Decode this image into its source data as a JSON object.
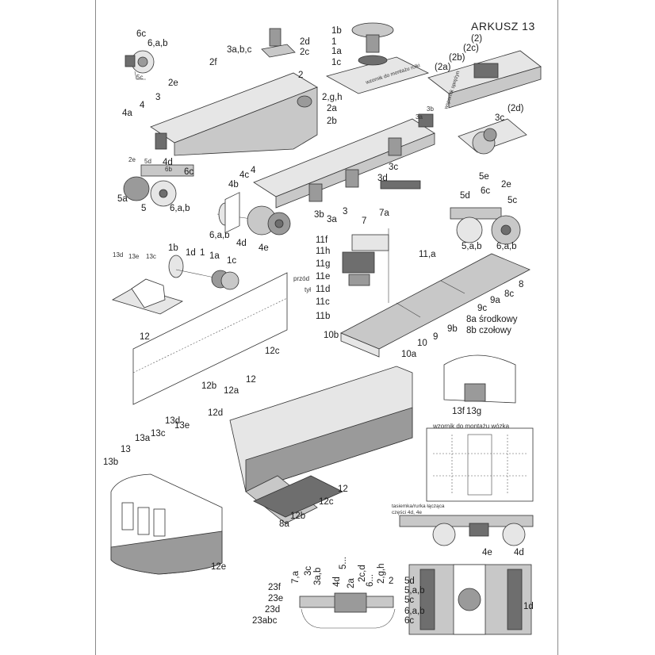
{
  "sheet": {
    "title": "ARKUSZ 13"
  },
  "labels": {
    "l6c": "6c",
    "l6ab": "6,a,b",
    "l5c_top": "5c",
    "l1b": "1b",
    "l1": "1",
    "l1a": "1a",
    "l1c": "1c",
    "l2d": "2d",
    "l2c": "2c",
    "l3abc": "3a,b,c",
    "l2f": "2f",
    "l2": "2",
    "l2e": "2e",
    "l3": "3",
    "l4": "4",
    "l4a": "4a",
    "l2gh": "2,g,h",
    "l2a": "2a",
    "l2b": "2b",
    "l4d": "4d",
    "l2e_b": "2e",
    "l5d": "5d",
    "l6b": "6b",
    "l6c_b": "6c",
    "l5a": "5a",
    "l5": "5",
    "l6ab_b": "6,a,b",
    "l4c": "4c",
    "l4_b": "4",
    "l4b": "4b",
    "l3b": "3b",
    "l3a": "3a",
    "l3_b": "3",
    "l7": "7",
    "l7a": "7a",
    "l3d": "3d",
    "l3c": "3c",
    "l3a_s": "3a",
    "l3b_s": "3b",
    "l6ab_c": "6,a,b",
    "l4d_b": "4d",
    "l4e": "4e",
    "l2a_p": "(2a)",
    "l2b_p": "(2b)",
    "l2_p": "(2)",
    "l2c_p": "(2c)",
    "l2d_p": "(2d)",
    "l3c_b": "3c",
    "l5e": "5e",
    "l5d_b": "5d",
    "l6c_c": "6c",
    "l2e_c": "2e",
    "l5c_b": "5c",
    "l5ab": "5,a,b",
    "l6ab_d": "6,a,b",
    "l11f": "11f",
    "l11h": "11h",
    "l11g": "11g",
    "l11e": "11e",
    "l11d": "11d",
    "l11c": "11c",
    "l11b": "11b",
    "l11a": "11,a",
    "przod": "przód",
    "tyl": "tył",
    "l1b_b": "1b",
    "l1d": "1d",
    "l1_b": "1",
    "l1a_b": "1a",
    "l1c_b": "1c",
    "l13d": "13d",
    "l13e": "13e",
    "l13c": "13c",
    "l8": "8",
    "l8c": "8c",
    "l9a": "9a",
    "l9c": "9c",
    "l8a": "8a środkowy",
    "l8b": "8b czołowy",
    "l9b": "9b",
    "l9": "9",
    "l10": "10",
    "l10a": "10a",
    "l10b": "10b",
    "l12": "12",
    "l12c": "12c",
    "l12b": "12b",
    "l12_b": "12",
    "l12a": "12a",
    "l12d": "12d",
    "l13f": "13f",
    "l13g": "13g",
    "wzornik_wozka": "wzornik do montażu wózka",
    "l13d_b": "13d",
    "l13e_b": "13e",
    "l13c_b": "13c",
    "l13a": "13a",
    "l13": "13",
    "l13b": "13b",
    "l12_c": "12",
    "l12c_b": "12c",
    "l12b_b": "12b",
    "l8a_b": "8a",
    "l12e": "12e",
    "l4e_b": "4e",
    "l4d_c": "4d",
    "l23f": "23f",
    "l23e": "23e",
    "l23d": "23d",
    "l23abc": "23abc",
    "l7a_b": "7,a",
    "l3ab_b": "3a,b",
    "l3c_c": "3c",
    "l4d_d": "4d",
    "l5dots": "5...",
    "l2cd": "2c,d",
    "l2a_b": "2a",
    "l6dots": "6...",
    "l2gh_b": "2,g,h",
    "l2_c": "2",
    "l5d_c": "5d",
    "l5ab_b": "5,a,b",
    "l5c_c": "5c",
    "l6ab_e": "6,a,b",
    "l6c_d": "6c",
    "l1d_b": "1d"
  },
  "small_text": {
    "wzornik_rol": "wzornik do montażu rolki",
    "wsp_sprezyn": "wspornik sprężyn",
    "tasma": "tasiemka/rurka łącząca",
    "czesci": "części 4d, 4e"
  }
}
